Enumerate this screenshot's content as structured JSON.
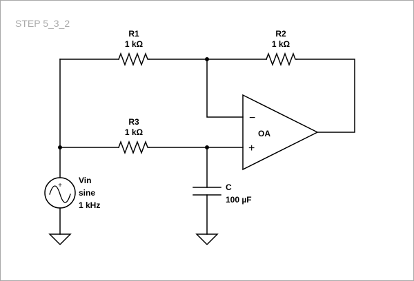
{
  "step_label": "STEP 5_3_2",
  "components": {
    "r1": {
      "name": "R1",
      "value": "1 kΩ"
    },
    "r2": {
      "name": "R2",
      "value": "1 kΩ"
    },
    "r3": {
      "name": "R3",
      "value": "1 kΩ"
    },
    "c": {
      "name": "C",
      "value": "100 µF"
    },
    "oa": {
      "name": "OA",
      "minus": "−",
      "plus": "+"
    },
    "vin": {
      "name": "Vin",
      "type": "sine",
      "freq": "1 kHz"
    }
  }
}
